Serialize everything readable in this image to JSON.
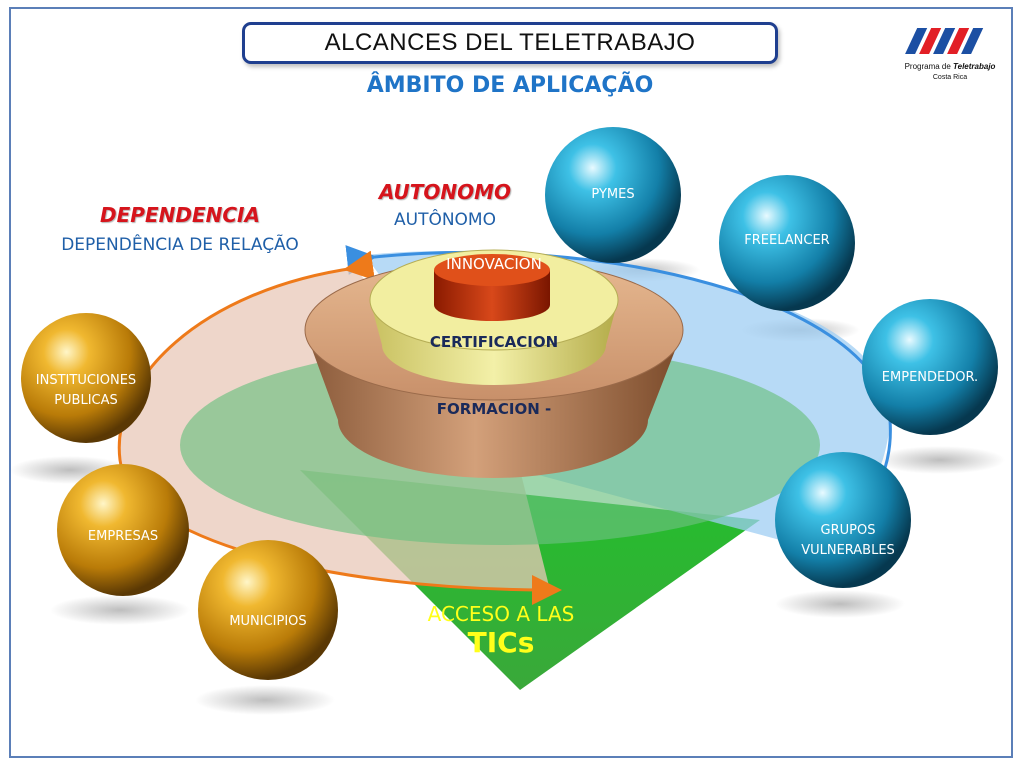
{
  "header": {
    "title": "ALCANCES DEL TELETRABAJO",
    "subtitle": "ÂMBITO DE APLICAÇÃO"
  },
  "logo": {
    "program_prefix": "Programa de",
    "program_name": "Teletrabajo",
    "country": "Costa Rica"
  },
  "categories": {
    "dependencia": "DEPENDENCIA",
    "dependencia_pt": "DEPENDÊNCIA DE RELAÇÃO",
    "autonomo": "AUTONOMO",
    "autonomo_pt": "AUTÔNOMO"
  },
  "rings": {
    "inner": "INNOVACION",
    "middle": "CERTIFICACION",
    "outer": "FORMACION -"
  },
  "access": {
    "line1": "ACCESO A LAS",
    "line2": "TICs"
  },
  "spheres_left": [
    "INSTITUCIONES PUBLICAS",
    "EMPRESAS",
    "MUNICIPIOS"
  ],
  "spheres_right": [
    "PYMES",
    "FREELANCER",
    "EMPENDEDOR.",
    "GRUPOS VULNERABLES"
  ],
  "colors": {
    "gold_sphere": "#c08a10",
    "blue_sphere": "#1a8fb5",
    "green_cone": "#1fae2a",
    "title_border": "#1f3f8f",
    "subtitle": "#1f74c7",
    "category_red": "#d6141c"
  }
}
